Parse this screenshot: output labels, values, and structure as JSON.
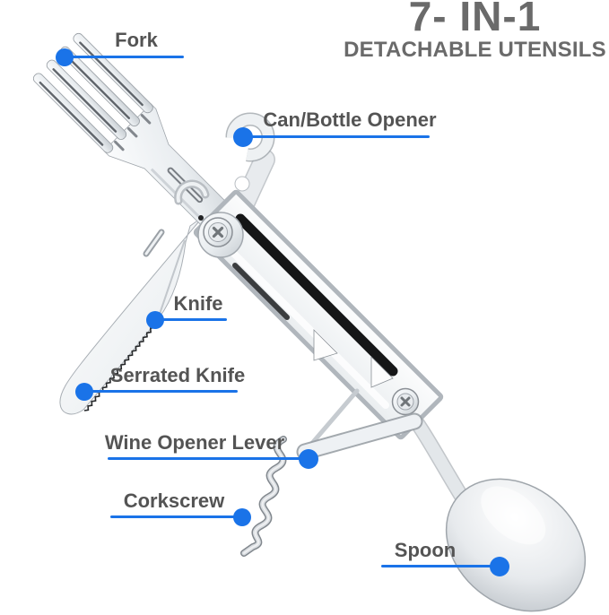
{
  "title": {
    "line1": "7- IN-1",
    "line2": "DETACHABLE UTENSILS"
  },
  "colors": {
    "accent": "#1a73e8",
    "label": "#545454",
    "title": "#6a6a6a"
  },
  "labels": [
    {
      "id": "fork",
      "text": "Fork"
    },
    {
      "id": "can",
      "text": "Can/Bottle Opener"
    },
    {
      "id": "knife",
      "text": "Knife"
    },
    {
      "id": "serrated",
      "text": "Serrated Knife"
    },
    {
      "id": "lever",
      "text": "Wine Opener Lever"
    },
    {
      "id": "cork",
      "text": "Corkscrew"
    },
    {
      "id": "spoon",
      "text": "Spoon"
    }
  ]
}
